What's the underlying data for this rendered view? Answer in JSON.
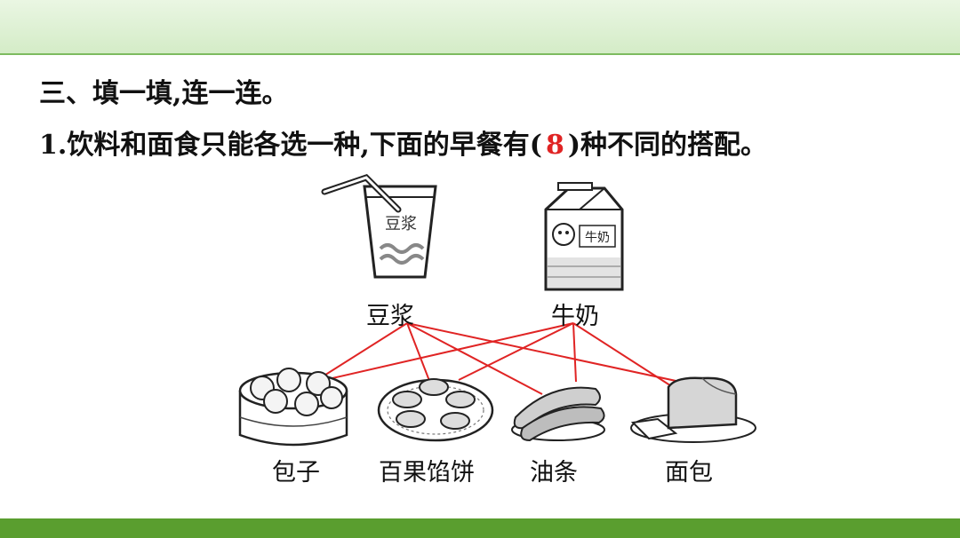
{
  "section_heading": "三、填一填,连一连。",
  "question": {
    "prefix": "1.饮料和面食只能各选一种,下面的早餐有(",
    "answer": "8",
    "suffix": ")种不同的搭配。"
  },
  "drinks": [
    {
      "label": "豆浆",
      "cup_text": "豆浆"
    },
    {
      "label": "牛奶",
      "carton_text": "牛奶"
    }
  ],
  "foods": [
    {
      "label": "包子"
    },
    {
      "label": "百果馅饼"
    },
    {
      "label": "油条"
    },
    {
      "label": "面包"
    }
  ],
  "colors": {
    "connection_line": "#e02424",
    "answer": "#e02424",
    "top_band": "#d4ecc7",
    "bottom_band": "#5a9e2f"
  }
}
